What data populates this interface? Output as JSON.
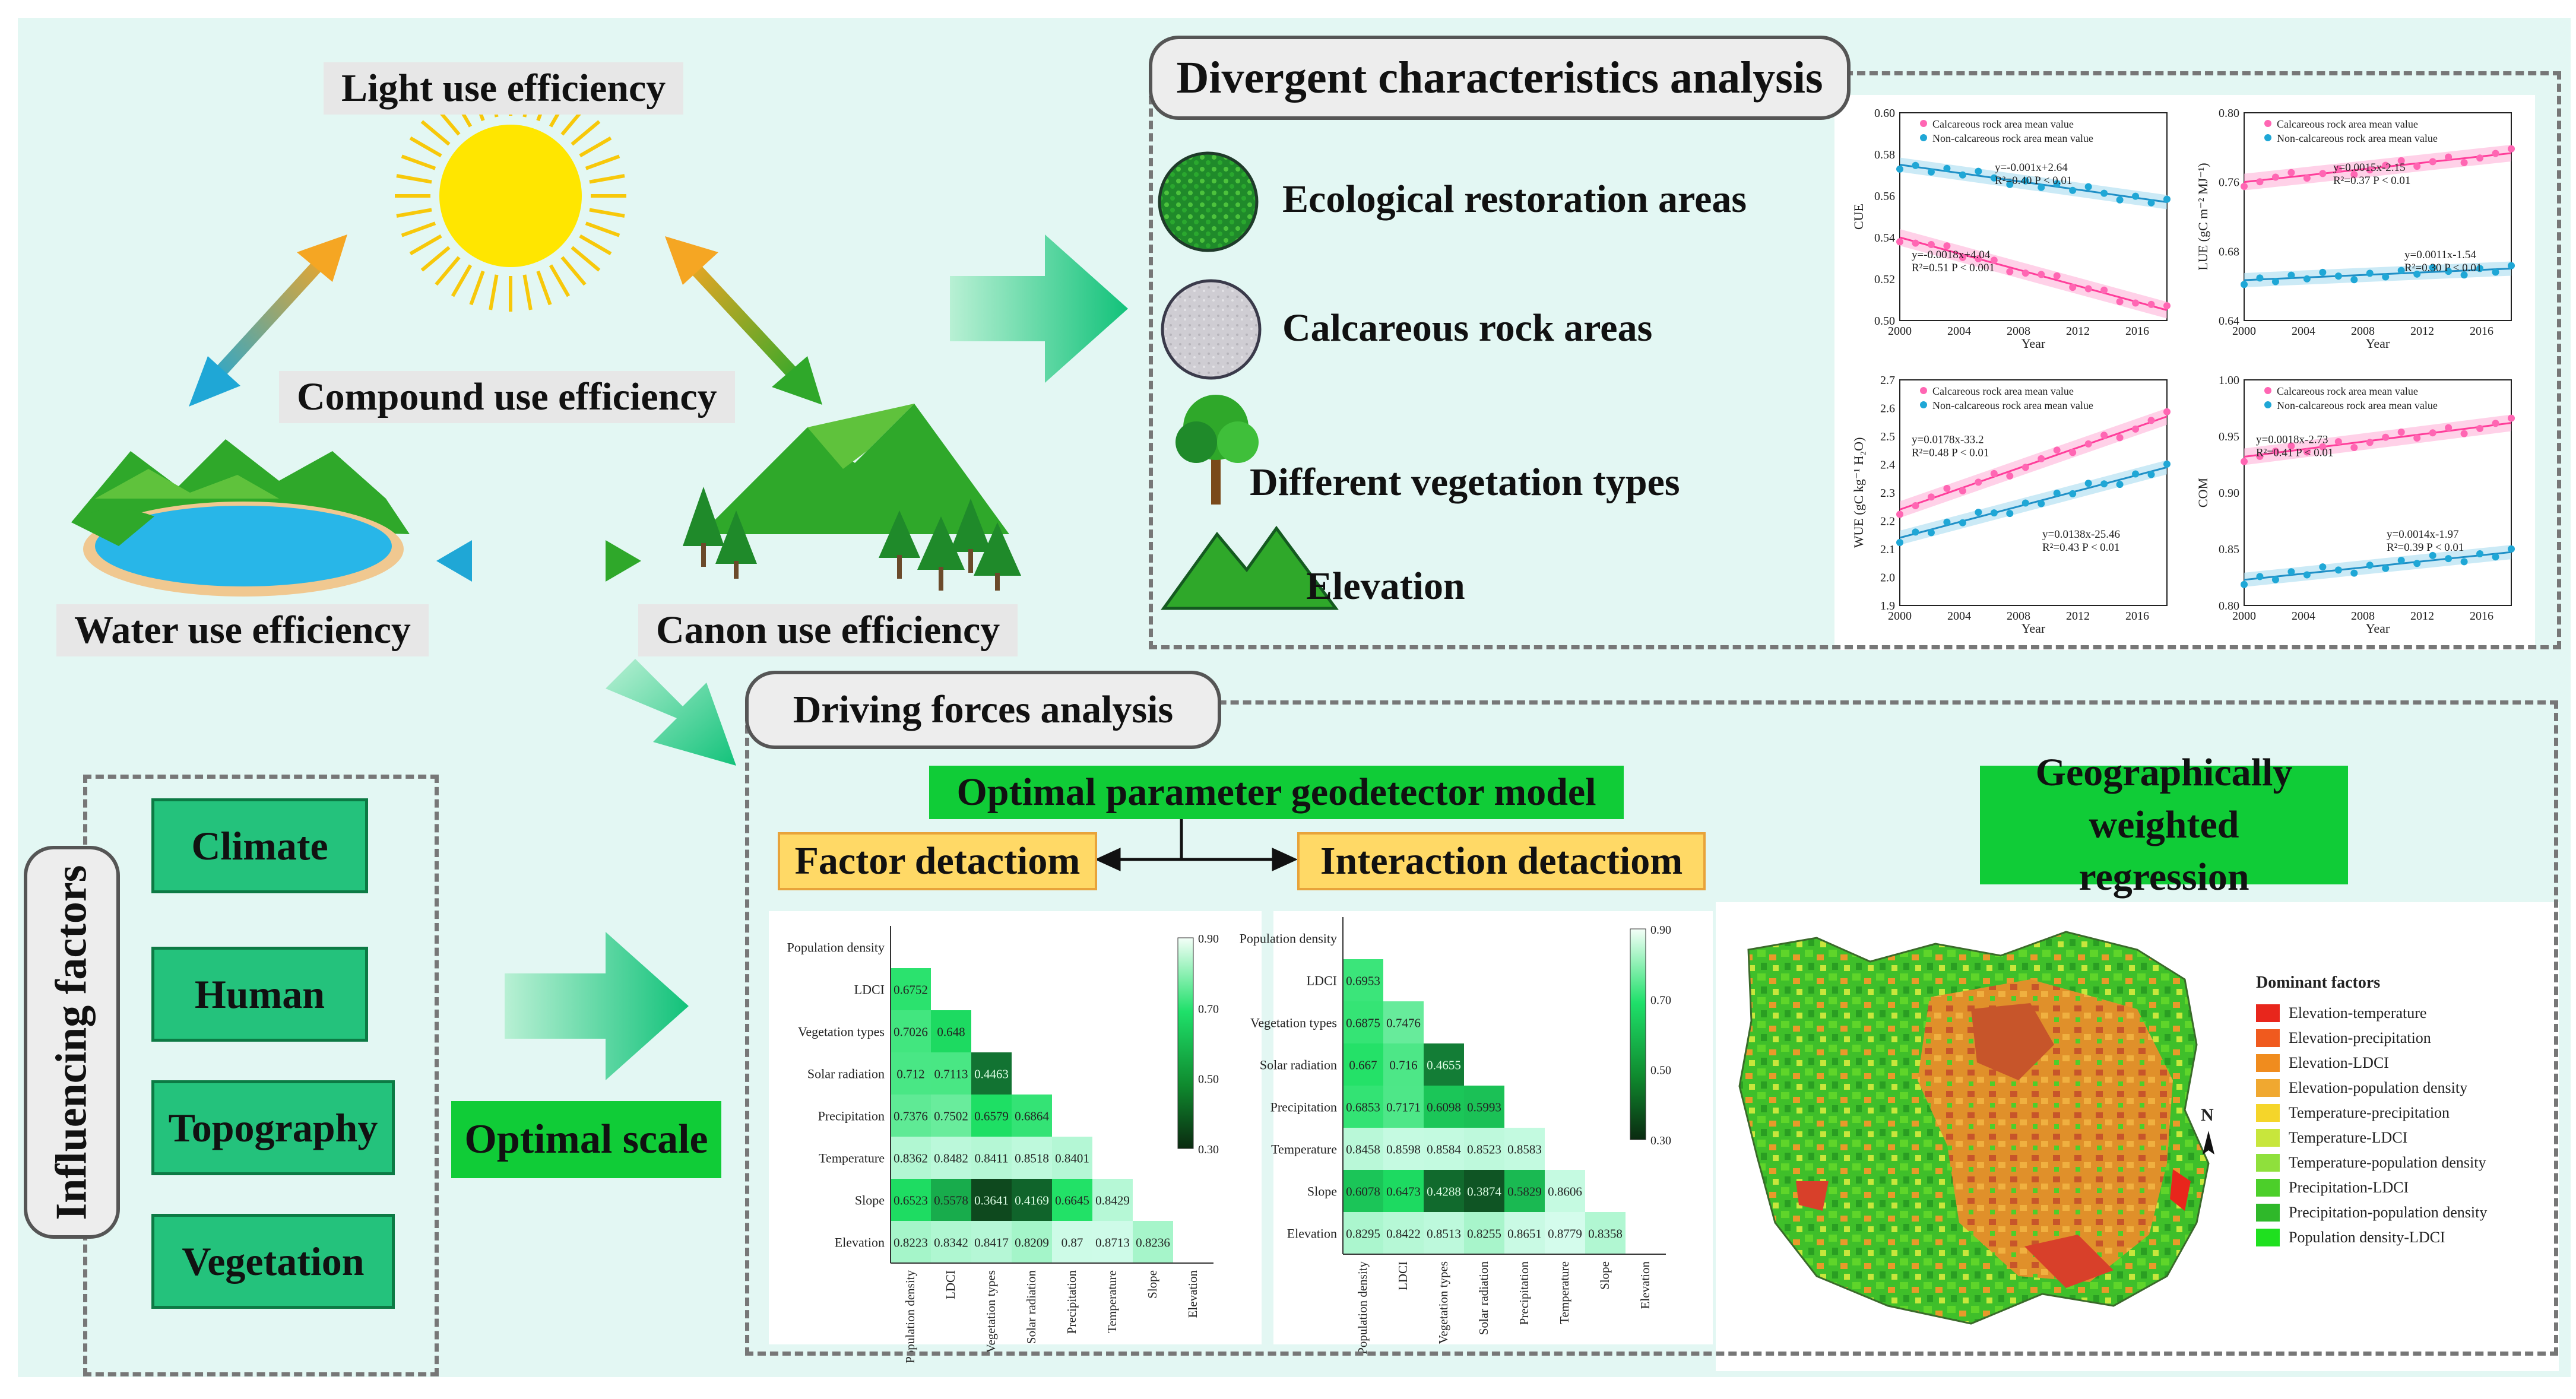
{
  "colors": {
    "background": "#e3f7f3",
    "accent_green": "#10cc37",
    "factor_green": "#24c27c",
    "yellow_box": "#ffd966",
    "pink_series": "#ff66b3",
    "blue_series": "#1fa7d6"
  },
  "efficiency": {
    "light": "Light use  efficiency",
    "compound": "Compound use efficiency",
    "water": "Water use  efficiency",
    "canon": "Canon use  efficiency"
  },
  "divergent": {
    "title": "Divergent characteristics analysis",
    "items": [
      {
        "label": "Ecological restoration areas",
        "icon": "green-texture-icon"
      },
      {
        "label": "Calcareous rock areas",
        "icon": "rock-texture-icon"
      },
      {
        "label": "Different vegetation types",
        "icon": "tree-icon"
      },
      {
        "label": "Elevation",
        "icon": "mountain-icon"
      }
    ]
  },
  "trend_charts": {
    "legend_a": "Calcareous rock area  mean value",
    "legend_b": "Non-calcareous rock area mean value",
    "xlabel": "Year",
    "xticks": [
      "2000",
      "2004",
      "2008",
      "2012",
      "2016"
    ],
    "cue": {
      "ylabel": "CUE",
      "yticks": [
        "0.60",
        "0.58",
        "0.56",
        "0.54",
        "0.52",
        "0.50"
      ],
      "eq_a": "y=-0.0018x+4.04",
      "r_a": "R²=0.51  P < 0.001",
      "eq_b": "y=-0.001x+2.64",
      "r_b": "R²=0.40  P < 0.01"
    },
    "lue": {
      "ylabel": "LUE (gC m⁻² MJ⁻¹)",
      "yticks": [
        "0.80",
        "0.76",
        "0.68",
        "0.64"
      ],
      "eq_a": "y=0.0015x-2.15",
      "r_a": "R²=0.37  P < 0.01",
      "eq_b": "y=0.0011x-1.54",
      "r_b": "R²=0.30  P < 0.01"
    },
    "wue": {
      "ylabel": "WUE (gC kg⁻¹ H₂O)",
      "yticks": [
        "2.7",
        "2.6",
        "2.5",
        "2.4",
        "2.3",
        "2.2",
        "2.1",
        "2.0",
        "1.9"
      ],
      "eq_a": "y=0.0178x-33.2",
      "r_a": "R²=0.48  P < 0.01",
      "eq_b": "y=0.0138x-25.46",
      "r_b": "R²=0.43  P < 0.01"
    },
    "com": {
      "ylabel": "COM",
      "yticks": [
        "1.00",
        "0.95",
        "0.90",
        "0.85",
        "0.80"
      ],
      "eq_a": "y=0.0018x-2.73",
      "r_a": "R²=0.41  P < 0.01",
      "eq_b": "y=0.0014x-1.97",
      "r_b": "R²=0.39  P < 0.01"
    }
  },
  "driving": {
    "title": "Driving forces analysis",
    "model": "Optimal parameter geodetector model",
    "factor": "Factor detactiom",
    "interaction": "Interaction detactiom",
    "gwr": "Geographically weighted regression"
  },
  "influencing": {
    "title": "Influencing factors",
    "items": [
      "Climate",
      "Human",
      "Topography",
      "Vegetation"
    ],
    "optimal_scale": "Optimal scale"
  },
  "heatmap_factor": {
    "rows": [
      "Population density",
      "LDCI",
      "Vegetation types",
      "Solar radiation",
      "Precipitation",
      "Temperature",
      "Slope",
      "Elevation"
    ],
    "cols": [
      "Population density",
      "LDCI",
      "Vegetation types",
      "Solar radiation",
      "Precipitation",
      "Temperature",
      "Slope",
      "Elevation"
    ],
    "values": [
      [],
      [
        "0.6752"
      ],
      [
        "0.7026",
        "0.648"
      ],
      [
        "0.712",
        "0.7113",
        "0.4463"
      ],
      [
        "0.7376",
        "0.7502",
        "0.6579",
        "0.6864"
      ],
      [
        "0.8362",
        "0.8482",
        "0.8411",
        "0.8518",
        "0.8401"
      ],
      [
        "0.6523",
        "0.5578",
        "0.3641",
        "0.4169",
        "0.6645",
        "0.8429"
      ],
      [
        "0.8223",
        "0.8342",
        "0.8417",
        "0.8209",
        "0.87",
        "0.8713",
        "0.8236"
      ]
    ],
    "scale": [
      "0.90",
      "0.70",
      "0.50",
      "0.30"
    ]
  },
  "heatmap_interaction": {
    "rows": [
      "Population density",
      "LDCI",
      "Vegetation types",
      "Solar radiation",
      "Precipitation",
      "Temperature",
      "Slope",
      "Elevation"
    ],
    "values": [
      [],
      [
        "0.6953"
      ],
      [
        "0.6875",
        "0.7476"
      ],
      [
        "0.667",
        "0.716",
        "0.4655"
      ],
      [
        "0.6853",
        "0.7171",
        "0.6098",
        "0.5993"
      ],
      [
        "0.8458",
        "0.8598",
        "0.8584",
        "0.8523",
        "0.8583"
      ],
      [
        "0.6078",
        "0.6473",
        "0.4288",
        "0.3874",
        "0.5829",
        "0.8606"
      ],
      [
        "0.8295",
        "0.8422",
        "0.8513",
        "0.8255",
        "0.8651",
        "0.8779",
        "0.8358"
      ]
    ],
    "scale": [
      "0.90",
      "0.70",
      "0.50",
      "0.30"
    ]
  },
  "map": {
    "north": "N",
    "legend_title": "Dominant factors",
    "legend": [
      {
        "label": "Elevation-temperature",
        "color": "#e8261c"
      },
      {
        "label": "Elevation-precipitation",
        "color": "#f05a1e"
      },
      {
        "label": "Elevation-LDCI",
        "color": "#f08c1e"
      },
      {
        "label": "Elevation-population density",
        "color": "#f0a830"
      },
      {
        "label": "Temperature-precipitation",
        "color": "#f5d52a"
      },
      {
        "label": "Temperature-LDCI",
        "color": "#c8e63c"
      },
      {
        "label": "Temperature-population density",
        "color": "#8fe03c"
      },
      {
        "label": "Precipitation-LDCI",
        "color": "#4ccf2a"
      },
      {
        "label": "Precipitation-population density",
        "color": "#2fb82a"
      },
      {
        "label": "Population density-LDCI",
        "color": "#1fe01f"
      }
    ]
  }
}
